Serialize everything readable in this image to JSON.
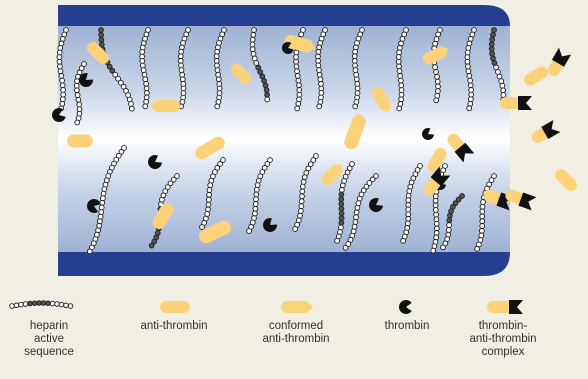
{
  "colors": {
    "background": "#f1efe4",
    "vessel_wall": "#243f8f",
    "lumen_edge": "#9fb2d4",
    "lumen_center": "#ffffff",
    "anti_thrombin": "#fbd27a",
    "thrombin": "#111111",
    "heparin_bead": "#ffffff",
    "heparin_active_bead": "#555555"
  },
  "legend": [
    {
      "key": "heparin",
      "label": "heparin\nactive\nsequence",
      "icon": "heparin-chain-icon"
    },
    {
      "key": "anti_thrombin",
      "label": "anti-thrombin",
      "icon": "anti-thrombin-capsule-icon"
    },
    {
      "key": "conformed",
      "label": "conformed\nanti-thrombin",
      "icon": "conformed-anti-thrombin-icon"
    },
    {
      "key": "thrombin",
      "label": "thrombin",
      "icon": "thrombin-icon"
    },
    {
      "key": "complex",
      "label": "thrombin-\nanti-thrombin\ncomplex",
      "icon": "thrombin-anti-thrombin-complex-icon"
    }
  ]
}
